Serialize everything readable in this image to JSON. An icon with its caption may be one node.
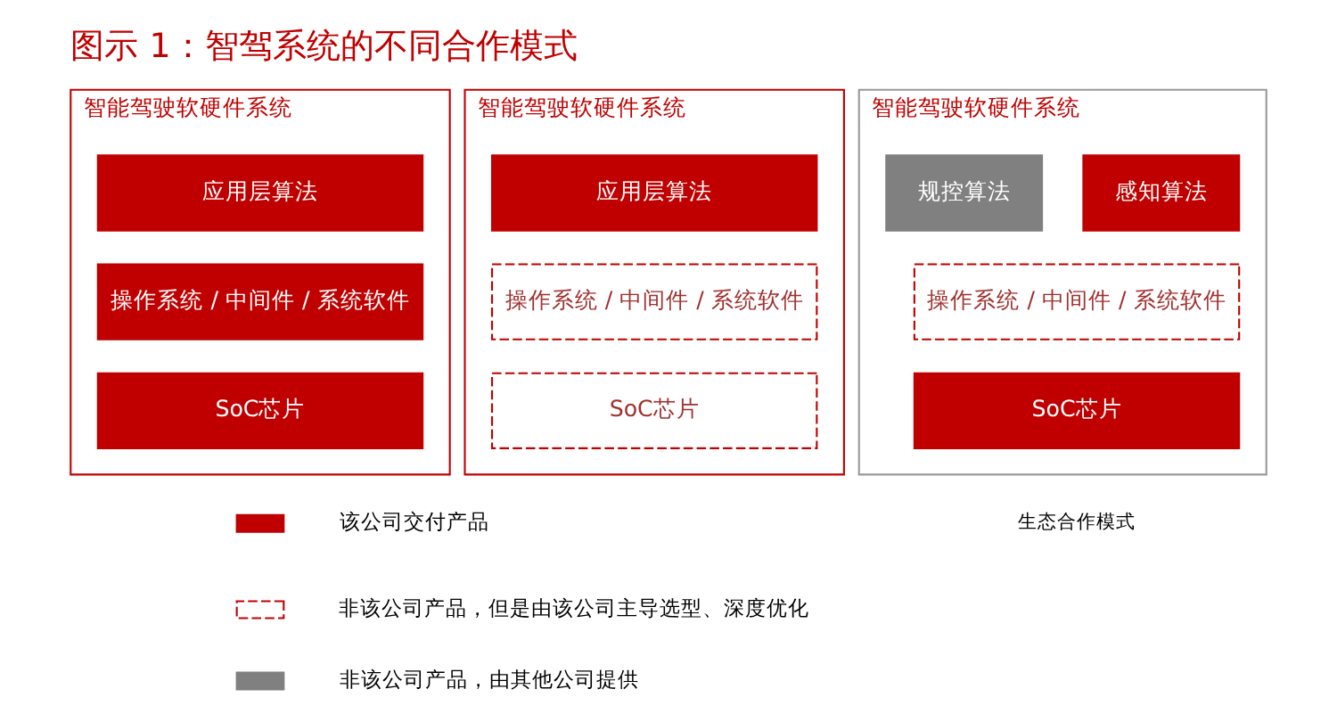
{
  "diagram": {
    "title": "图示 1：智驾系统的不同合作模式",
    "nodes": [
      {
        "text": [
          "智能驾驶软硬件系统"
        ]
      },
      {
        "text": [
          "应用层算法"
        ],
        "in": 0
      },
      {
        "text": [
          "操作系统 / 中间件 / 系统软件"
        ],
        "in": 0
      },
      {
        "text": [
          "SoC芯片"
        ],
        "in": 0
      },
      {
        "text": [
          "智能驾驶软硬件系统"
        ]
      },
      {
        "text": [
          "应用层算法"
        ],
        "in": 4
      },
      {
        "text": [
          "操作系统 / 中间件 / 系统软件"
        ],
        "in": 4
      },
      {
        "text": [
          "SoC芯片"
        ],
        "in": 4
      },
      {
        "text": [
          "智能驾驶软硬件系统"
        ],
        "beside": [
          "生态合作模式"
        ]
      },
      {
        "text": [
          "感知算法"
        ],
        "in": 8
      },
      {
        "text": [
          "规控算法"
        ],
        "in": 8
      },
      {
        "text": [
          "操作系统 / 中间件 / 系统软件"
        ],
        "in": 8
      },
      {
        "text": [
          "SoC芯片"
        ],
        "in": 8
      }
    ],
    "edges": [],
    "legend": [
      {
        "text": "该公司交付产品",
        "color": "#c00000"
      },
      {
        "text": "非该公司产品，但是由该公司主导选型、深度优化"
      },
      {
        "text": "非该公司产品，由其他公司提供",
        "color": "#808080"
      }
    ]
  }
}
